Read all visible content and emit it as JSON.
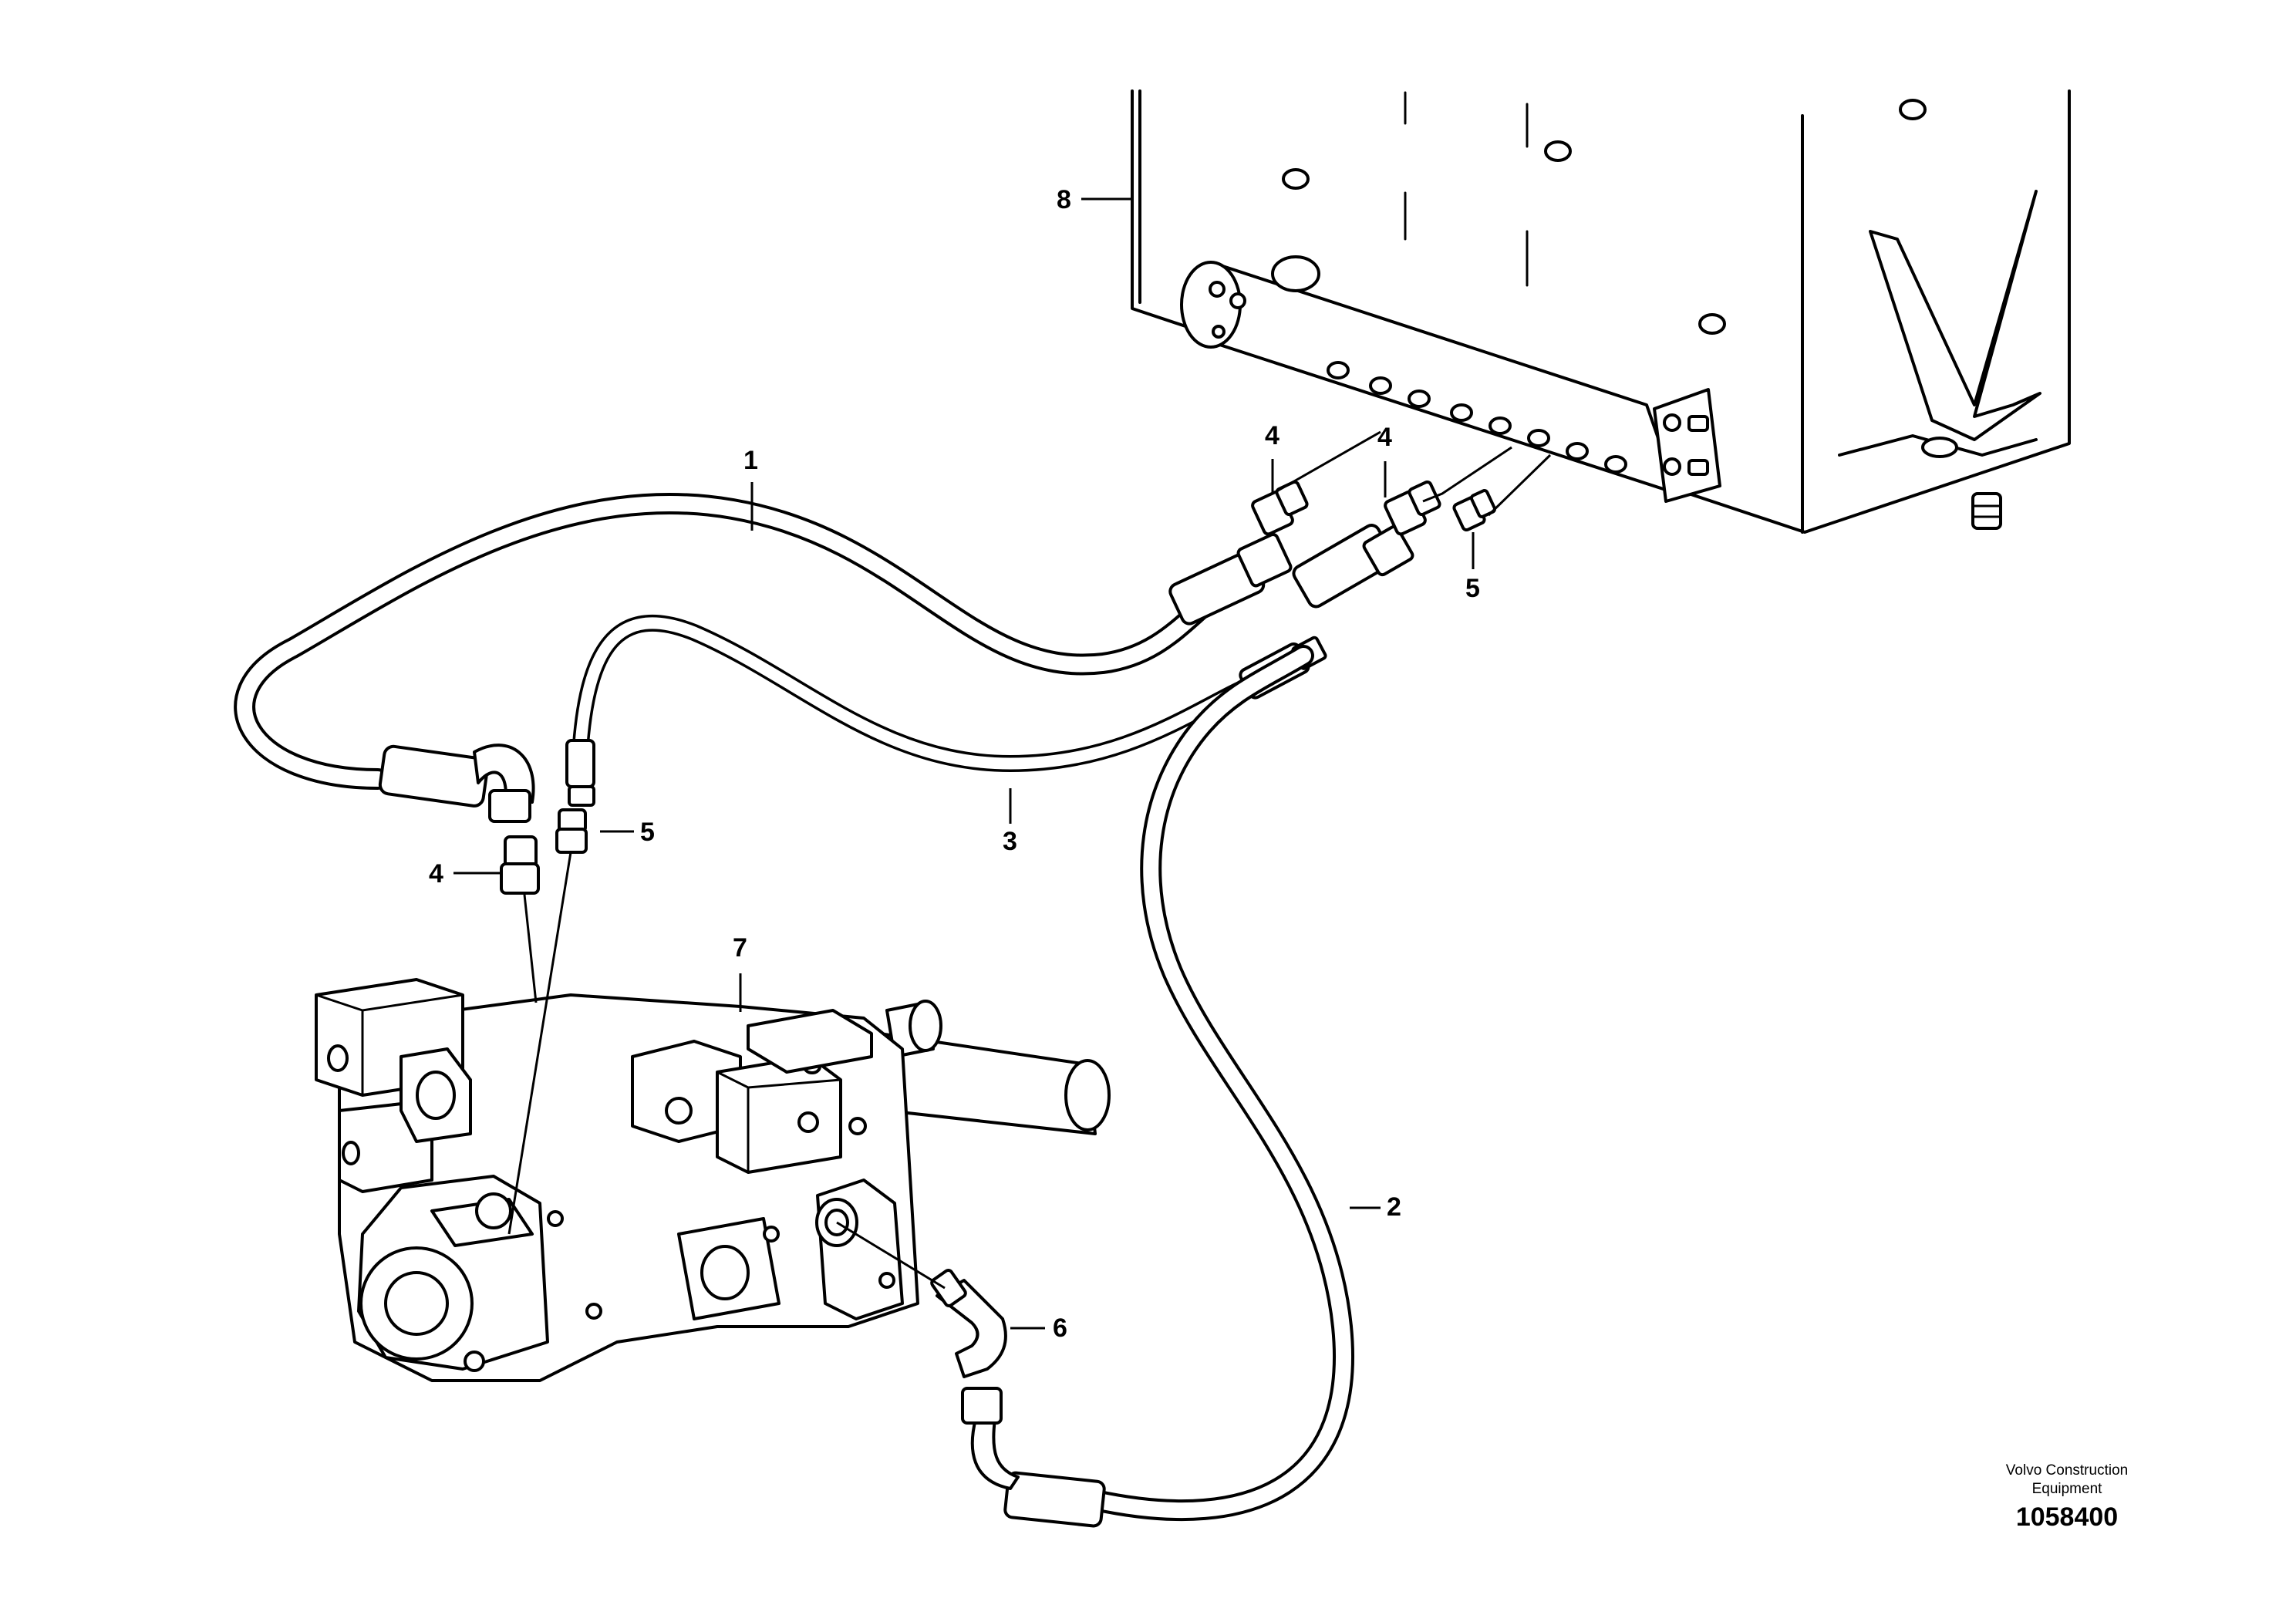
{
  "callouts": {
    "c1": "1",
    "c2": "2",
    "c3": "3",
    "c4_top_left": "4",
    "c4_top_right": "4",
    "c4_lower": "4",
    "c5_right": "5",
    "c5_lower": "5",
    "c6": "6",
    "c7": "7",
    "c8": "8"
  },
  "footer": {
    "manufacturer_line1": "Volvo Construction",
    "manufacturer_line2": "Equipment",
    "document_number": "1058400"
  }
}
